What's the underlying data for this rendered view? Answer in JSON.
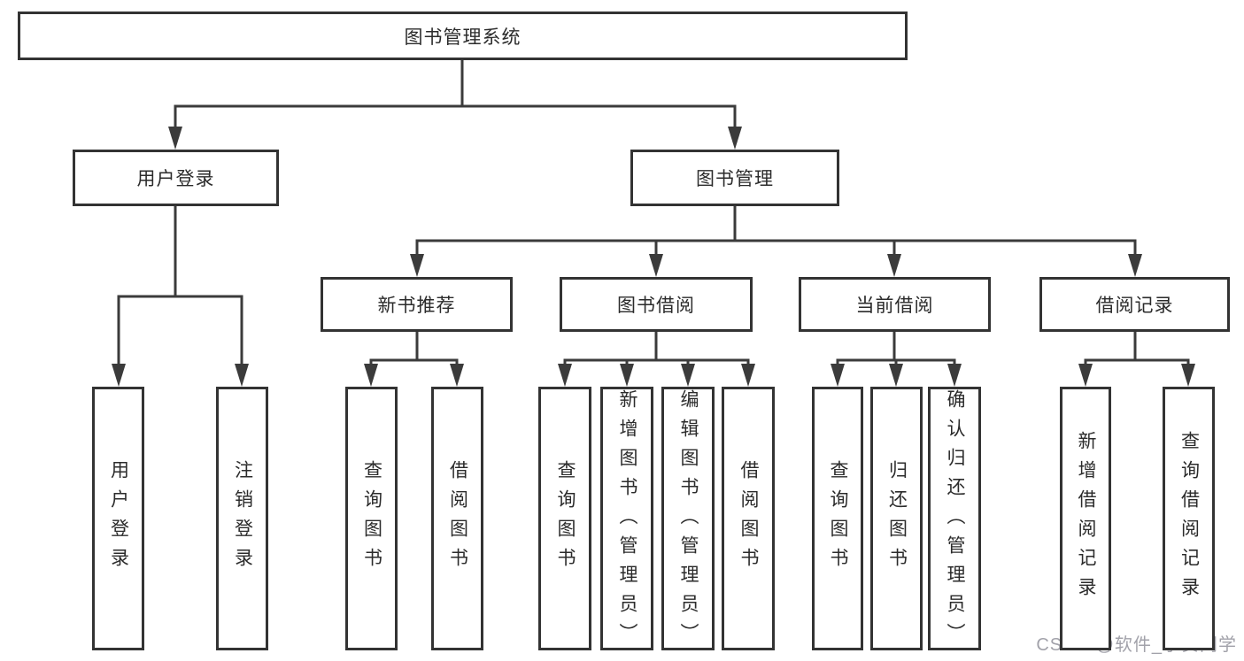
{
  "colors": {
    "line": "#3b3b3b",
    "box_border": "#333333",
    "text": "#2b2b2b",
    "watermark_text": "#a2a2aa",
    "background": "#ffffff"
  },
  "diagram": {
    "root": {
      "label": "图书管理系统"
    },
    "level2": [
      {
        "label": "用户登录"
      },
      {
        "label": "图书管理"
      }
    ],
    "level3": [
      {
        "label": "新书推荐"
      },
      {
        "label": "图书借阅"
      },
      {
        "label": "当前借阅"
      },
      {
        "label": "借阅记录"
      }
    ],
    "leaves": {
      "user_login": [
        "用户登录",
        "注销登录"
      ],
      "new_book_recommend": [
        "查询图书",
        "借阅图书"
      ],
      "book_borrow": [
        "查询图书",
        "新增图书（管理员）",
        "编辑图书（管理员）",
        "借阅图书"
      ],
      "current_borrow": [
        "查询图书",
        "归还图书",
        "确认归还（管理员）"
      ],
      "borrow_records": [
        "新增借阅记录",
        "查询借阅记录"
      ]
    }
  },
  "watermark": {
    "text": "CSDN @软件_小贺同学"
  }
}
